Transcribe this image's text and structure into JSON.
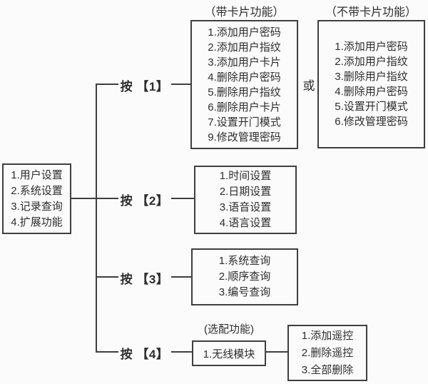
{
  "colors": {
    "background": "#fbfbfb",
    "line": "#3f3f3f",
    "text": "#2d2d2d"
  },
  "main_menu": {
    "items": [
      "1.用户设置",
      "2.系统设置",
      "3.记录查询",
      "4.扩展功能"
    ]
  },
  "branches": [
    {
      "label": "按 【1】"
    },
    {
      "label": "按 【2】"
    },
    {
      "label": "按 【3】"
    },
    {
      "label": "按 【4】"
    }
  ],
  "boxes": {
    "card": {
      "header": "（带卡片功能）",
      "items": [
        "1.添加用户密码",
        "2.添加用户指纹",
        "3.添加用户卡片",
        "4.删除用户密码",
        "5.删除用户指纹",
        "6.删除用户卡片",
        "7.设置开门模式",
        "9.修改管理密码"
      ]
    },
    "or": "或",
    "no_card": {
      "header": "（不带卡片功能）",
      "items": [
        "1.添加用户密码",
        "2.添加用户指纹",
        "3.删除用户指纹",
        "4.删除用户密码",
        "5.设置开门模式",
        "6.修改管理密码"
      ]
    },
    "system": {
      "items": [
        "1.时间设置",
        "2.日期设置",
        "3.语音设置",
        "4.语言设置"
      ]
    },
    "query": {
      "items": [
        "1.系统查询",
        "2.顺序查询",
        "3.编号查询"
      ]
    },
    "optional": {
      "header": "(选配功能)",
      "module": "1.无线模块"
    },
    "remote": {
      "items": [
        "1.添加遥控",
        "2.删除遥控",
        "3.全部删除"
      ]
    }
  }
}
